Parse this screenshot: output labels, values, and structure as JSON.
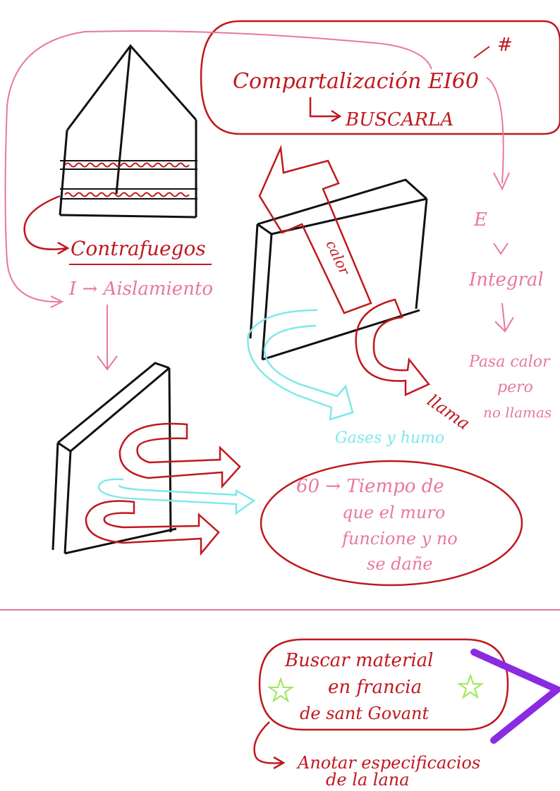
{
  "colors": {
    "red": "#c0181f",
    "pink": "#e8789e",
    "cyan": "#7fe8ea",
    "black": "#111111",
    "green": "#9be85a",
    "purple": "#8a2be2"
  },
  "title_box": {
    "line1": "Compartalización EI60",
    "line2": "BUSCARLA",
    "hash": "#"
  },
  "house_notes": {
    "contrafuegos": "Contrafuegos",
    "aislamiento": "I → Aislamiento"
  },
  "pink_chain": {
    "e": "E",
    "integral": "Integral",
    "pasa1": "Pasa calor",
    "pasa2": "pero",
    "pasa3": "no llamas"
  },
  "wall_labels": {
    "calor": "calor",
    "llama": "llama",
    "gases": "Gases y humo"
  },
  "ellipse_note": {
    "l1": "60 → Tiempo de",
    "l2": "que el muro",
    "l3": "funcione y no",
    "l4": "se dañe"
  },
  "bottom_box": {
    "l1": "Buscar material",
    "l2": "en francia",
    "l3": "de sant Govant"
  },
  "bottom_note": {
    "l1": "Anotar especificacios",
    "l2": "de la lana"
  },
  "icons": [
    "star-icon",
    "arrow-icon"
  ]
}
